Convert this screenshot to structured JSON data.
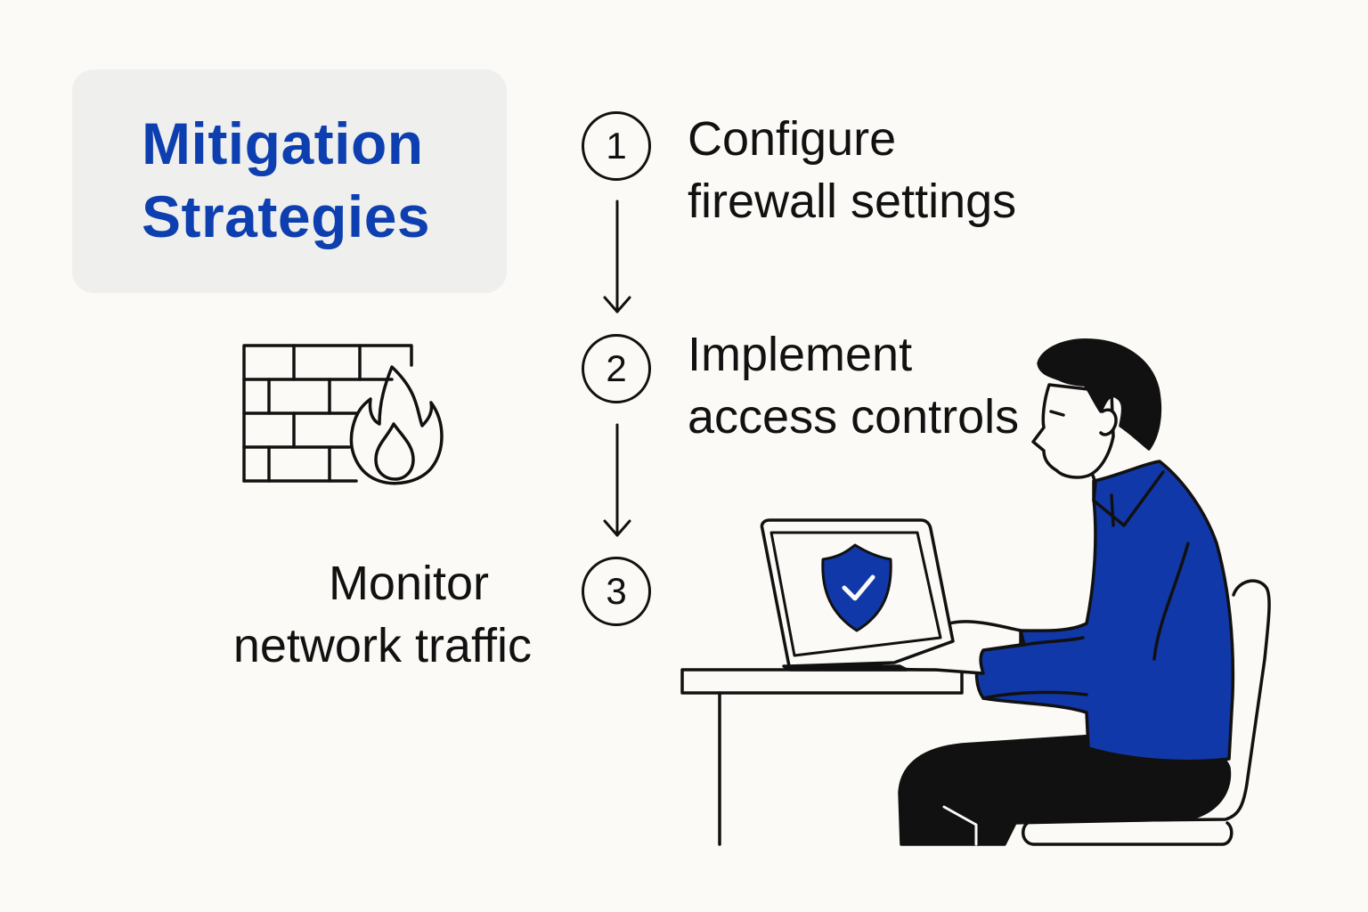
{
  "title": {
    "line1": "Mitigation",
    "line2": "Strategies"
  },
  "steps": [
    {
      "number": "1",
      "line1": "Configure",
      "line2": "firewall settings"
    },
    {
      "number": "2",
      "line1": "Implement",
      "line2": "access controls"
    },
    {
      "number": "3",
      "line1": "Monitor",
      "line2": "network traffic"
    }
  ],
  "icons": {
    "firewall": "firewall-icon",
    "shield": "shield-check-icon",
    "arrow": "arrow-down-icon"
  },
  "colors": {
    "accent": "#0d3fb0",
    "shirt": "#1138a8",
    "ink": "#111111",
    "card": "#efefed",
    "background": "#fbfaf6"
  }
}
